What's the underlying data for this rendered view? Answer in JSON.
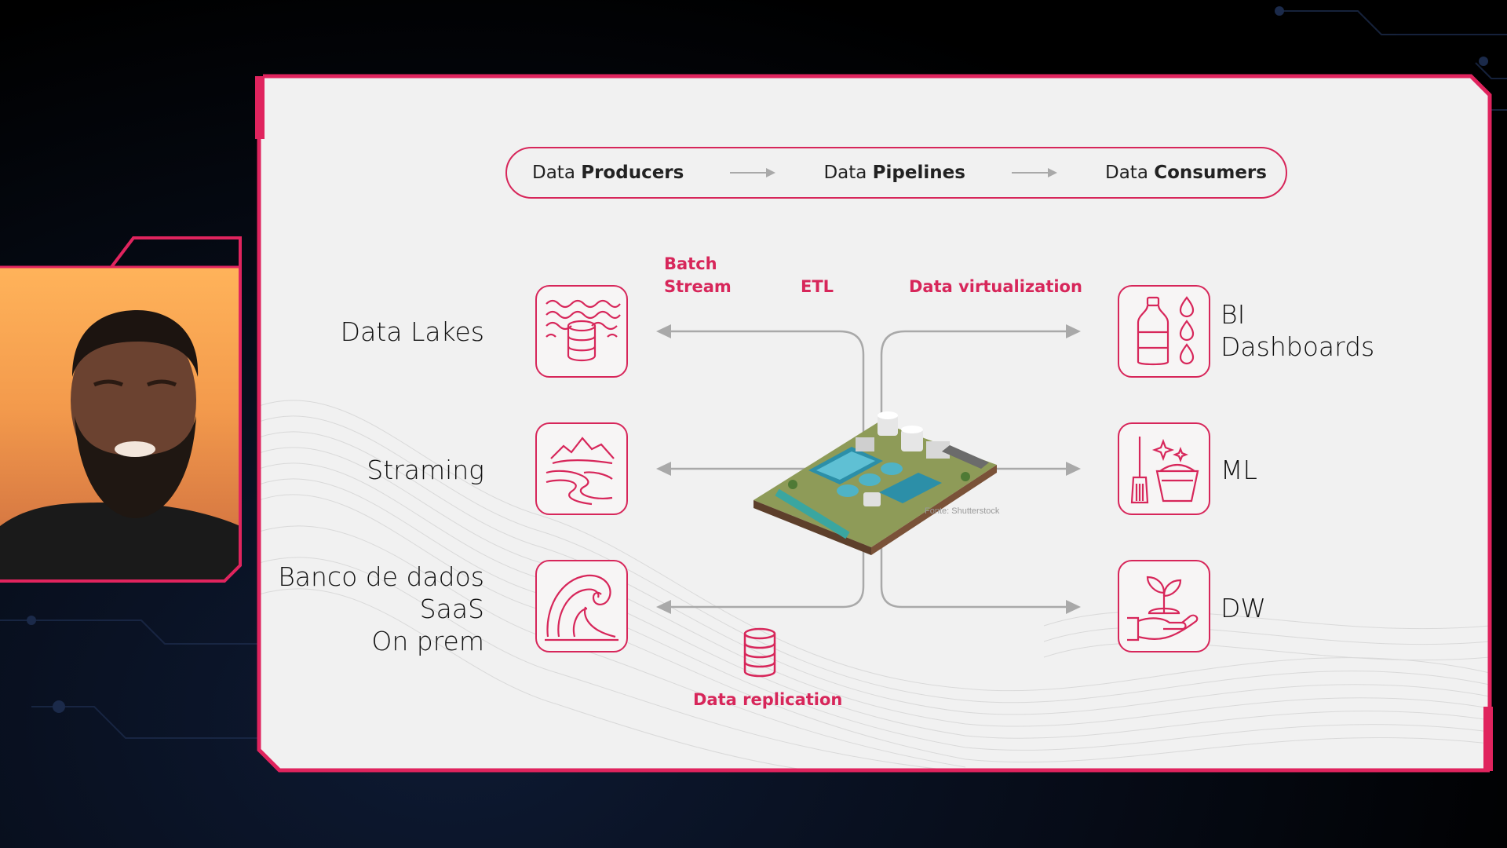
{
  "slide": {
    "header": {
      "producers": {
        "prefix": "Data",
        "bold": "Producers"
      },
      "pipelines": {
        "prefix": "Data",
        "bold": "Pipelines"
      },
      "consumers": {
        "prefix": "Data",
        "bold": "Consumers"
      }
    },
    "producers": [
      {
        "label": "Data Lakes",
        "icon": "lake-database-icon"
      },
      {
        "label": "Straming",
        "icon": "river-mountain-icon"
      },
      {
        "label_lines": [
          "Banco de dados",
          "SaaS",
          "On prem"
        ],
        "icon": "wave-icon"
      }
    ],
    "consumers": [
      {
        "label_lines": [
          "BI",
          "Dashboards"
        ],
        "icon": "bottle-drops-icon"
      },
      {
        "label": "ML",
        "icon": "broom-bucket-icon"
      },
      {
        "label": "DW",
        "icon": "hand-sprout-icon"
      }
    ],
    "pipeline_labels": {
      "batch": "Batch",
      "stream": "Stream",
      "etl": "ETL",
      "virtualization": "Data virtualization",
      "replication": "Data replication"
    },
    "image_credit": "Fonte: Shutterstock"
  },
  "colors": {
    "accent": "#d7265a",
    "slide_bg": "#f1f1f1",
    "arrow": "#a9a9a9"
  }
}
